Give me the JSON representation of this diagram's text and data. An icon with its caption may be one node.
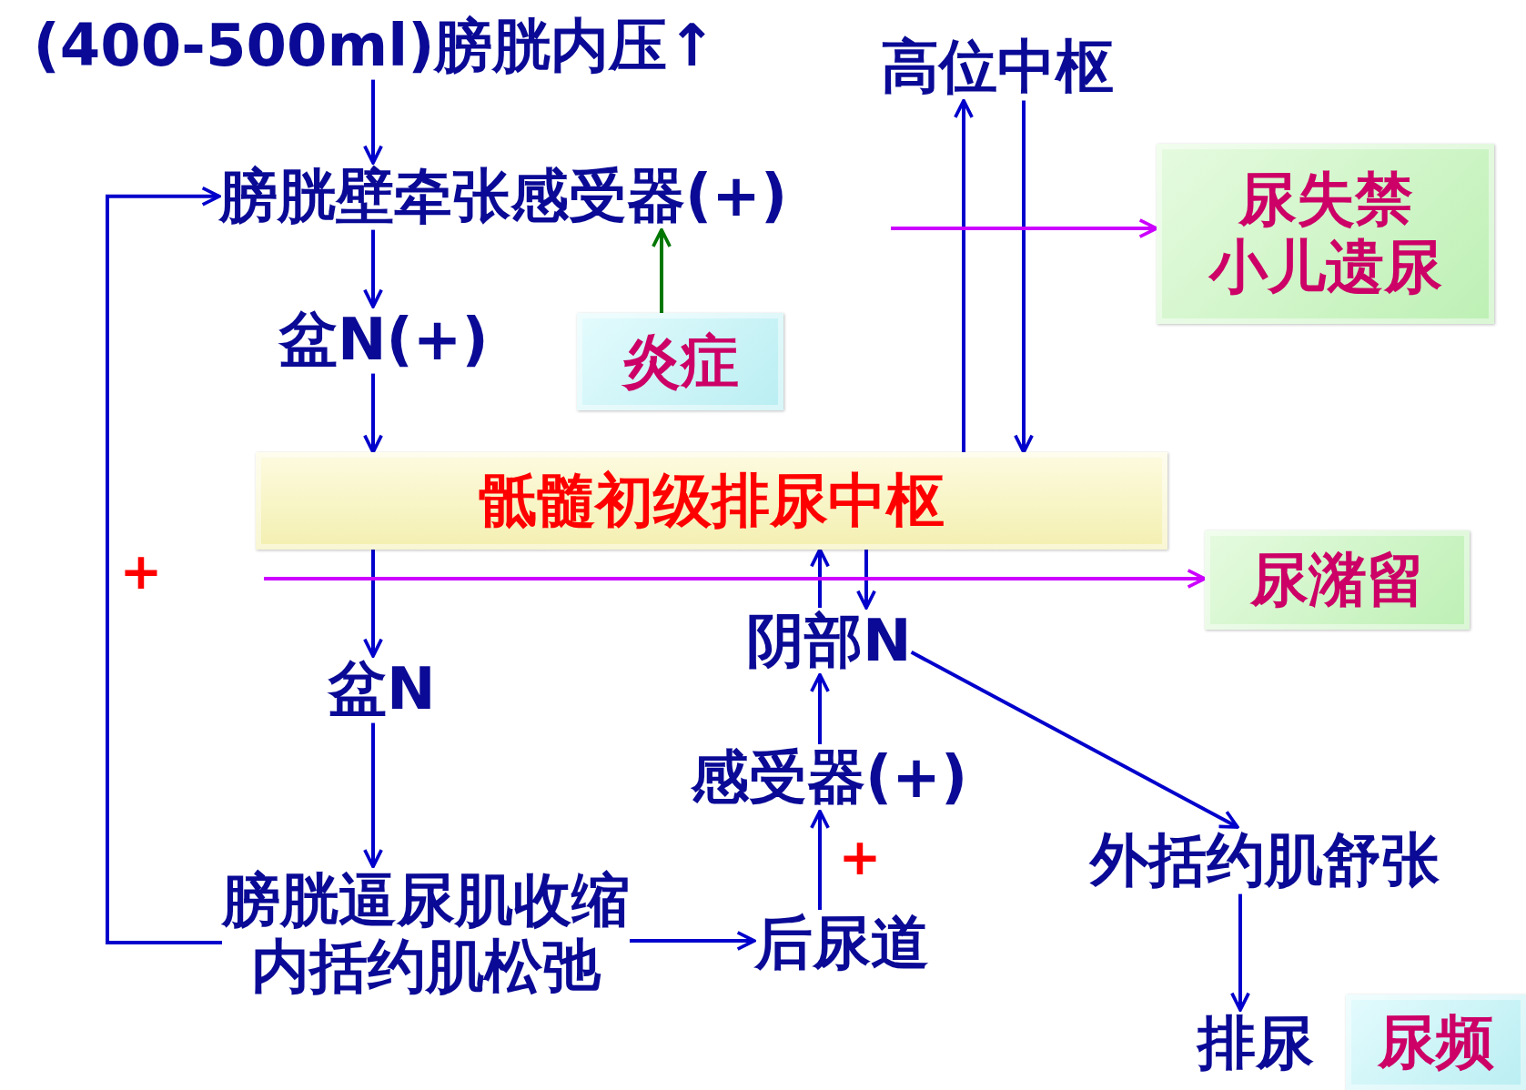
{
  "diagram": {
    "nodes": [
      {
        "text": [
          "(400-500ml)膀胱内压↑"
        ]
      },
      {
        "text": [
          "高位中枢"
        ]
      },
      {
        "text": [
          "膀胱壁牵张感受器(+)"
        ]
      },
      {
        "text": [
          "尿失禁",
          "小儿遗尿"
        ]
      },
      {
        "text": [
          "盆N(+)"
        ]
      },
      {
        "text": [
          "炎症"
        ]
      },
      {
        "text": [
          "骶髓初级排尿中枢"
        ]
      },
      {
        "text": [
          "尿潴留"
        ]
      },
      {
        "text": [
          "阴部N"
        ]
      },
      {
        "text": [
          "盆N"
        ]
      },
      {
        "text": [
          "感受器(+)"
        ]
      },
      {
        "text": [
          "外括约肌舒张"
        ]
      },
      {
        "text": [
          "膀胱逼尿肌收缩",
          "内括约肌松弛"
        ]
      },
      {
        "text": [
          "后尿道"
        ]
      },
      {
        "text": [
          "排尿"
        ]
      },
      {
        "text": [
          "尿频"
        ]
      }
    ],
    "edges": [
      {
        "from": 0,
        "to": 2,
        "arrow": "to"
      },
      {
        "from": 2,
        "to": 4,
        "arrow": "to"
      },
      {
        "from": 4,
        "to": 6,
        "arrow": "to"
      },
      {
        "from": 5,
        "to": 2,
        "arrow": "to",
        "color": "#007700"
      },
      {
        "from": 6,
        "to": 1,
        "arrow": "to"
      },
      {
        "from": 1,
        "to": 6,
        "arrow": "to"
      },
      {
        "from": 6,
        "to": 9,
        "arrow": "to"
      },
      {
        "from": 9,
        "to": 12,
        "arrow": "to"
      },
      {
        "from": 12,
        "to": 13,
        "arrow": "to"
      },
      {
        "from": 13,
        "to": 10,
        "arrow": "to"
      },
      {
        "from": 10,
        "to": 8,
        "arrow": "to"
      },
      {
        "from": 8,
        "to": 6,
        "arrow": "to"
      },
      {
        "from": 6,
        "to": 8,
        "arrow": "to"
      },
      {
        "from": 8,
        "to": 11,
        "arrow": "to"
      },
      {
        "from": 11,
        "to": 14,
        "arrow": "to"
      },
      {
        "from": 12,
        "to": 2,
        "arrow": "to"
      },
      {
        "from": null,
        "to": 3,
        "arrow": "to",
        "color": "#cc00ff"
      },
      {
        "from": null,
        "to": 7,
        "arrow": "to",
        "color": "#cc00ff"
      }
    ],
    "labels": [
      "+",
      "+"
    ]
  }
}
